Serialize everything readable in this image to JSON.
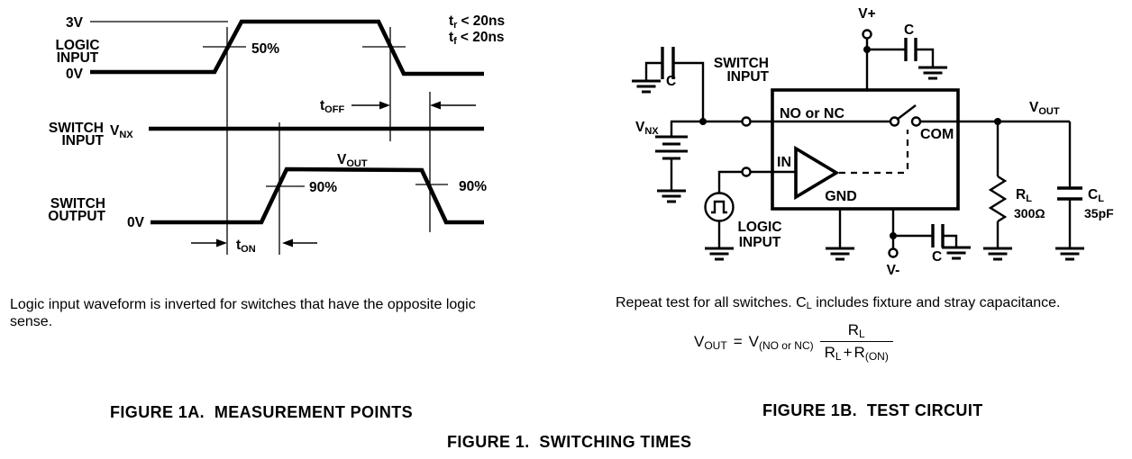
{
  "colors": {
    "ink": "#000000",
    "paper": "#ffffff"
  },
  "fig1a": {
    "caption": "FIGURE 1A.  MEASUREMENT POINTS",
    "note": "Logic input waveform is inverted for switches that have the opposite logic sense.",
    "logic": {
      "l1": "LOGIC",
      "l2": "INPUT",
      "hi": "3V",
      "lo": "0V",
      "pct": "50%"
    },
    "spec": {
      "tr_t": "t",
      "tr_s": "r",
      "tr_v": "< 20ns",
      "tf_t": "t",
      "tf_s": "f",
      "tf_v": "< 20ns"
    },
    "swin": {
      "l1": "SWITCH",
      "l2": "INPUT",
      "v": "V",
      "vs": "NX"
    },
    "swout": {
      "l1": "SWITCH",
      "l2": "OUTPUT",
      "lo": "0V",
      "v": "V",
      "vs": "OUT",
      "pct_rise": "90%",
      "pct_fall": "90%"
    },
    "t_on": {
      "t": "t",
      "s": "ON"
    },
    "t_off": {
      "t": "t",
      "s": "OFF"
    }
  },
  "fig1b": {
    "caption": "FIGURE 1B.  TEST CIRCUIT",
    "note": {
      "pre": "Repeat test for all switches. C",
      "sub": "L",
      "post": " includes fixture and stray capacitance."
    },
    "vplus": "V+",
    "vminus": "V-",
    "cap_top_left": "C",
    "cap_vplus": "C",
    "cap_vminus": "C",
    "swin": {
      "l1": "SWITCH",
      "l2": "INPUT",
      "v": "V",
      "vs": "NX"
    },
    "logic": {
      "l1": "LOGIC",
      "l2": "INPUT"
    },
    "dut": {
      "no_nc": "NO or NC",
      "com": "COM",
      "in": "IN",
      "gnd": "GND"
    },
    "out": {
      "v": "V",
      "vs": "OUT",
      "r": "R",
      "rs": "L",
      "rv": "300Ω",
      "c": "C",
      "cs": "L",
      "cv": "35pF"
    },
    "eq": {
      "lhs": "V",
      "lhs_s": "OUT",
      "eq": "=",
      "src": "V",
      "src_s": "(NO or NC)",
      "num": "R",
      "num_s": "L",
      "d1": "R",
      "d1_s": "L",
      "op": "+",
      "d2": "R",
      "d2_s": "(ON)"
    }
  },
  "fig1": {
    "caption": "FIGURE 1.  SWITCHING TIMES"
  }
}
